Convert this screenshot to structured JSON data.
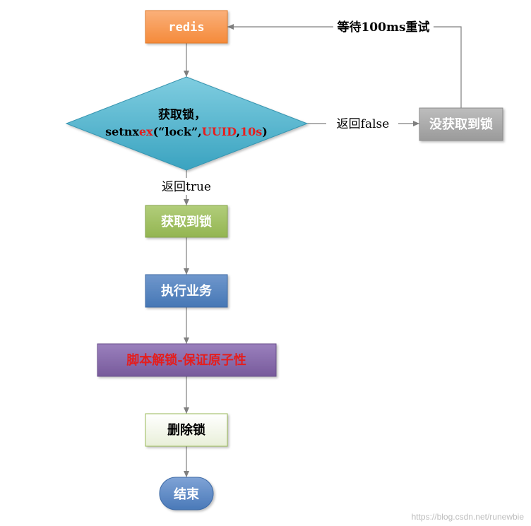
{
  "nodes": {
    "redis": "redis",
    "decision_line1": "获取锁，",
    "decision_cmd_prefix": "setnx",
    "decision_cmd_ex": "ex",
    "decision_paren_open": "(",
    "decision_lock": "“lock”",
    "decision_comma1": ",",
    "decision_uuid": "UUID",
    "decision_comma2": ",",
    "decision_10s": "10s",
    "decision_paren_close": ")",
    "no_lock": "没获取到锁",
    "got_lock": "获取到锁",
    "business": "执行业务",
    "unlock_script": "脚本解锁-保证原子性",
    "delete_lock": "删除锁",
    "end": "结束"
  },
  "edges": {
    "return_false": "返回false",
    "return_true": "返回true",
    "retry": "等待100ms重试"
  },
  "watermark": "https://blog.csdn.net/runewbie",
  "colors": {
    "redis": "#f79646",
    "decision": "#4bacc6",
    "no_lock": "#a5a5a5",
    "got_lock": "#9bbb59",
    "business": "#4f81bd",
    "unlock_script": "#8064a2",
    "delete_lock": "#ebf1de",
    "end": "#4f81bd",
    "highlight_red": "#e41e1e"
  }
}
